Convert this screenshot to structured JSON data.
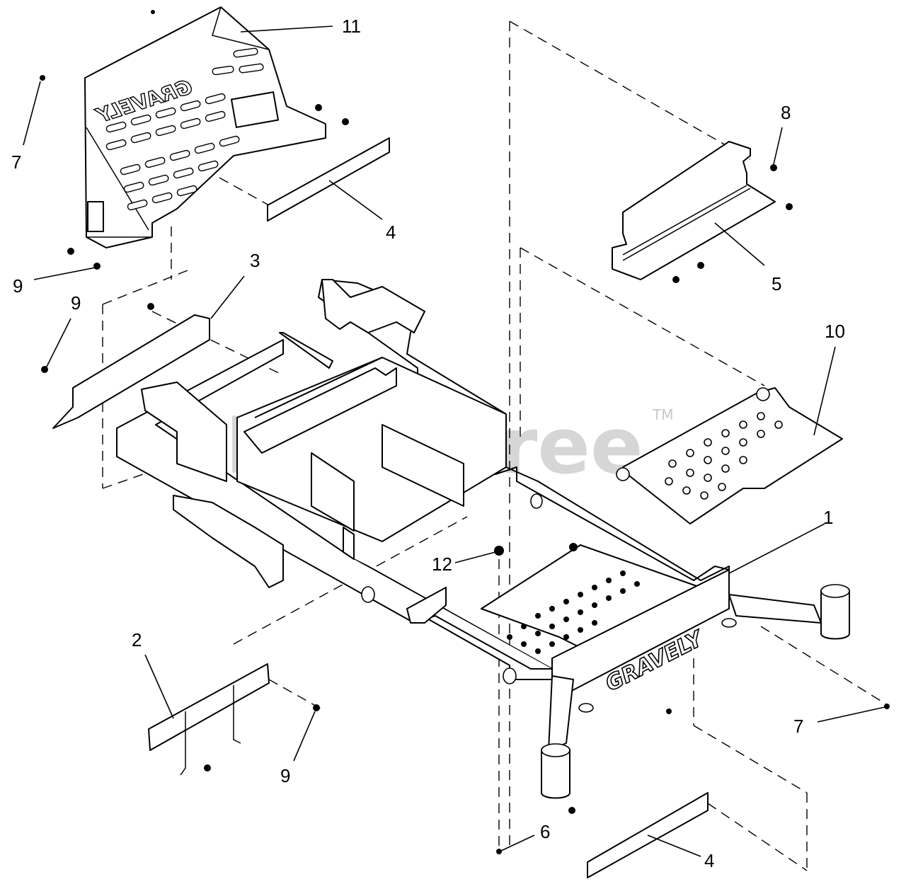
{
  "watermark": {
    "text": "PartsTree",
    "trademark": "TM"
  },
  "brand": {
    "frame_text": "GRAVELY",
    "seat_pan_text": "GRAVELY"
  },
  "callouts": [
    {
      "id": "c11",
      "text": "11"
    },
    {
      "id": "c7a",
      "text": "7"
    },
    {
      "id": "c4a",
      "text": "4"
    },
    {
      "id": "c8",
      "text": "8"
    },
    {
      "id": "c5",
      "text": "5"
    },
    {
      "id": "c9a",
      "text": "9"
    },
    {
      "id": "c3",
      "text": "3"
    },
    {
      "id": "c9b",
      "text": "9"
    },
    {
      "id": "c10",
      "text": "10"
    },
    {
      "id": "c1",
      "text": "1"
    },
    {
      "id": "c12",
      "text": "12"
    },
    {
      "id": "c2",
      "text": "2"
    },
    {
      "id": "c9c",
      "text": "9"
    },
    {
      "id": "c7b",
      "text": "7"
    },
    {
      "id": "c6",
      "text": "6"
    },
    {
      "id": "c4b",
      "text": "4"
    }
  ]
}
